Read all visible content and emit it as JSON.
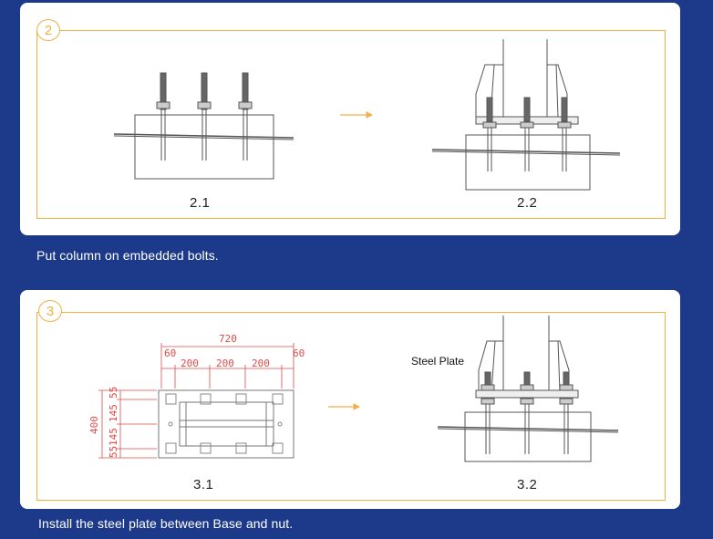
{
  "step2": {
    "badge": "2",
    "fig_left_label": "2.1",
    "fig_right_label": "2.2",
    "caption": "Put column on embedded bolts."
  },
  "step3": {
    "badge": "3",
    "fig_left_label": "3.1",
    "fig_right_label": "3.2",
    "steel_plate_label": "Steel Plate",
    "dims": {
      "total_width": "720",
      "edge_left": "60",
      "edge_right": "60",
      "spacing_1": "200",
      "spacing_2": "200",
      "spacing_3": "200",
      "height": "400",
      "v_top": "55",
      "v_mid1": "145",
      "v_mid2": "145",
      "v_bottom": "55"
    },
    "caption": "Install the steel plate between Base and nut."
  },
  "colors": {
    "background": "#1d3a8a",
    "accent": "#f0b043",
    "dimension_red": "#e04a4a"
  }
}
